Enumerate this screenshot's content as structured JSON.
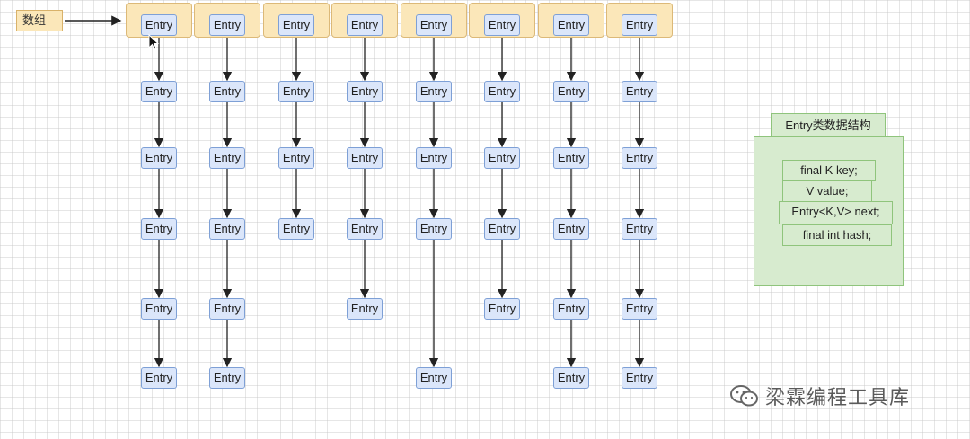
{
  "array_label": "数组",
  "entry_label": "Entry",
  "buckets": [
    {
      "chain_length": 6
    },
    {
      "chain_length": 6
    },
    {
      "chain_length": 4
    },
    {
      "chain_length": 5
    },
    {
      "chain_length": 6
    },
    {
      "chain_length": 5
    },
    {
      "chain_length": 6
    },
    {
      "chain_length": 6
    }
  ],
  "chain_gaps": [
    [],
    [],
    [],
    [],
    [
      4
    ],
    [],
    [],
    []
  ],
  "entry_structure": {
    "title": "Entry类数据结构",
    "fields": [
      "final K key;",
      "V value;",
      "Entry<K,V> next;",
      "final int hash;"
    ]
  },
  "watermark": {
    "text": "梁霖编程工具库",
    "icon": "wechat-icon"
  },
  "colors": {
    "bucket_fill": "#fbe7b9",
    "entry_fill": "#dbe6fa",
    "structure_fill": "#d7ebcf"
  }
}
